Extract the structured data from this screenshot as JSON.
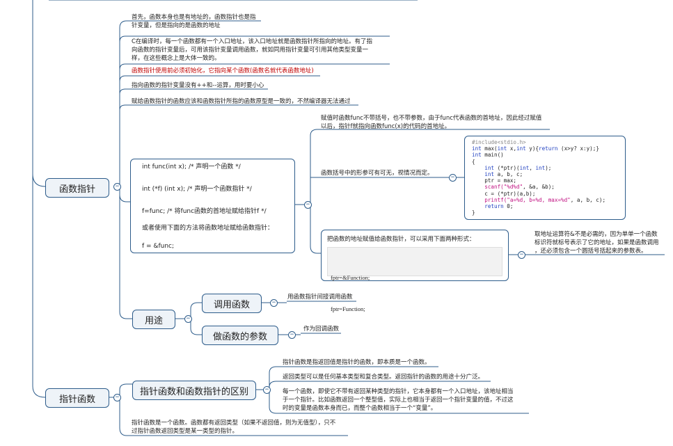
{
  "nodes": {
    "func_ptr": "函数指针",
    "ptr_func": "指针函数",
    "usage": "用途",
    "call_func": "调用函数",
    "as_param": "做函数的参数",
    "diff": "指针函数和函数指针的区别"
  },
  "notes": {
    "n1_line1": "首先，函数本身也是有地址的，函数指针也是指",
    "n1_line2": "针变量，但是指向的是函数的地址",
    "n2_line1": "C在编译时，每一个函数都有一个入口地址，该入口地址就是函数指针所指向的地址。有了指",
    "n2_line2": "向函数的指针变量后，可用该指针变量调用函数，就如同用指针变量可引用其他类型变量一",
    "n2_line3": "样，在这些概念上是大体一致的。",
    "n3": "函数指针使用前必须初始化，它指向某个函数(函数名就代表函数地址)",
    "n4": "指向函数的指针变量没有++和--运算，用时要小心",
    "n5": "赋给函数指针的函数应该和函数指针所指的函数原型是一致的，不然编译器无法通过",
    "n6_line1": "赋值时函数func不带括号，也不带参数，由于func代表函数的首地址，因此经过赋值",
    "n6_line2": "以后，指针f就指向函数func(x)的代码的首地址。",
    "n7": "函数括号中的形参可有可无，视情况而定。",
    "n8_line1": "取地址运算符&不是必需的，因为单单一个函数",
    "n8_line2": "标识符就标号表示了它的地址，如果是函数调用",
    "n8_line3": "，还必须包含一个圆括号括起来的参数表。",
    "usage_call": "用函数指针间接调用函数",
    "usage_param": "作为回调函数",
    "d1": "指针函数是指返回值是指针的函数，即本质是一个函数。",
    "d2": "返回类型可以是任何基本类型和复合类型。返回指针的函数的用途十分广泛。",
    "d3_line1": "每一个函数，即使它不带有返回某种类型的指针，它本身都有一个入口地址，该地址相当",
    "d3_line2": "于一个指针。比如函数返回一个整型值，实际上也相当于返回一个指针变量的值，不过这",
    "d3_line3": "时的变量是函数本身而已，而整个函数相当于一个“变量”。",
    "pf_line1": "指针函数是一个函数。函数都有返回类型（如果不返回值，则为无值型），只不",
    "pf_line2": "过指针函数返回类型是某一类型的指针。"
  },
  "decl_card": {
    "l1": "int func(int x); /* 声明一个函数 */",
    "l2": "int (*f) (int x); /* 声明一个函数指针 */",
    "l3": "f=func; /* 将func函数的首地址赋给指针f */",
    "l4": "或者使用下面的方法将函数地址赋给函数指针：",
    "l5": "f = &func;"
  },
  "assign_card": {
    "title": "把函数的地址赋值给函数指针，可以采用下面两种形式：",
    "c1": "fptr=&Function;",
    "c2": "fptr=Function;"
  },
  "code_card": {
    "l01": "#include<stdio.h>",
    "l02a": "int",
    "l02b": " max(",
    "l02c": "int",
    "l02d": " x,",
    "l02e": "int",
    "l02f": " y){",
    "l02g": "return",
    "l02h": " (x>y? x:y);}",
    "l03a": "int",
    "l03b": " main()",
    "l04": "{",
    "l05a": "    int",
    "l05b": " (*ptr)(",
    "l05c": "int",
    "l05d": ", ",
    "l05e": "int",
    "l05f": ");",
    "l06a": "    int",
    "l06b": " a, b, c;",
    "l07": "    ptr = max;",
    "l08a": "    scanf(",
    "l08b": "\"%d%d\"",
    "l08c": ", &a, &b);",
    "l09": "    c = (*ptr)(a,b);",
    "l10a": "    printf(",
    "l10b": "\"a=%d, b=%d, max=%d\"",
    "l10c": ", a, b, c);",
    "l11a": "    return",
    "l11b": " 0;",
    "l12": "}"
  },
  "colors": {
    "line": "#2c5b8a",
    "node_fill": "#eef3f8",
    "warn": "#c00000"
  }
}
